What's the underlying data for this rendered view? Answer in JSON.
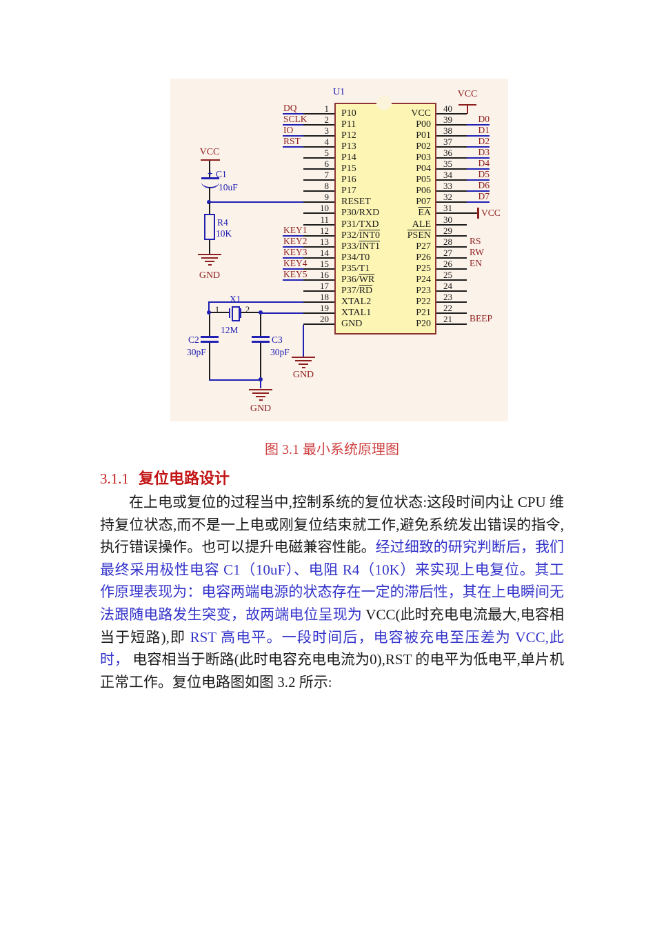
{
  "colors": {
    "schematic_blue": "#2020b4",
    "schematic_dark_red": "#8e1f1f",
    "chip_fill": "#fcf5b4",
    "chip_border": "#8c3434",
    "panel_bg": "#fbf2e9",
    "body_blue": "#3434cb",
    "heading_red": "#c21414",
    "caption_red": "#cf4141"
  },
  "figure": {
    "designator": "U1",
    "labels": {
      "vcc": "VCC",
      "gnd": "GND"
    },
    "chip": {
      "left_pins": [
        {
          "num": "1",
          "pre": "P10",
          "net": "DQ",
          "blueFrom": 163
        },
        {
          "num": "2",
          "pre": "P11",
          "net": "SCLK",
          "blueFrom": 163
        },
        {
          "num": "3",
          "pre": "P12",
          "net": "IO",
          "blueFrom": 163
        },
        {
          "num": "4",
          "pre": "P13",
          "net": "RST",
          "blueFrom": 163
        },
        {
          "num": "5",
          "pre": "P14"
        },
        {
          "num": "6",
          "pre": "P15"
        },
        {
          "num": "7",
          "pre": "P16"
        },
        {
          "num": "8",
          "pre": "P17"
        },
        {
          "num": "9",
          "pre": "RESET",
          "blueFrom": 57
        },
        {
          "num": "10",
          "pre": "P30/RXD"
        },
        {
          "num": "11",
          "pre": "P31/TXD"
        },
        {
          "num": "12",
          "pre": "P32/",
          "ov": "INT0",
          "net": "KEY1",
          "blueFrom": 163
        },
        {
          "num": "13",
          "pre": "P33/",
          "ov": "INT1",
          "net": "KEY2",
          "blueFrom": 163
        },
        {
          "num": "14",
          "pre": "P34/T0",
          "net": "KEY3",
          "blueFrom": 163
        },
        {
          "num": "15",
          "pre": "P35/T1",
          "net": "KEY4",
          "blueFrom": 163
        },
        {
          "num": "16",
          "pre": "P36/",
          "ov": "WR",
          "net": "KEY5",
          "blueFrom": 163
        },
        {
          "num": "17",
          "pre": "P37/",
          "ov": "RD"
        },
        {
          "num": "18",
          "pre": "XTAL2",
          "blueFrom": 56
        },
        {
          "num": "19",
          "pre": "XTAL1",
          "blueFrom": 131
        },
        {
          "num": "20",
          "pre": "GND"
        }
      ],
      "right_pins": [
        {
          "num": "40",
          "pre": "VCC"
        },
        {
          "num": "39",
          "pre": "P00",
          "net": "D0",
          "bus": true
        },
        {
          "num": "38",
          "pre": "P01",
          "net": "D1",
          "bus": true
        },
        {
          "num": "37",
          "pre": "P02",
          "net": "D2",
          "bus": true
        },
        {
          "num": "36",
          "pre": "P03",
          "net": "D3",
          "bus": true
        },
        {
          "num": "35",
          "pre": "P04",
          "net": "D4",
          "bus": true
        },
        {
          "num": "34",
          "pre": "P05",
          "net": "D5",
          "bus": true
        },
        {
          "num": "33",
          "pre": "P06",
          "net": "D6",
          "bus": true
        },
        {
          "num": "32",
          "pre": "P07",
          "net": "D7",
          "bus": true
        },
        {
          "num": "31",
          "ov": "EA",
          "vccStub": true
        },
        {
          "num": "30",
          "pre": "ALE"
        },
        {
          "num": "29",
          "ov": "PSEN"
        },
        {
          "num": "28",
          "pre": "P27",
          "net": "RS"
        },
        {
          "num": "27",
          "pre": "P26",
          "net": "RW"
        },
        {
          "num": "26",
          "pre": "P25",
          "net": "EN"
        },
        {
          "num": "25",
          "pre": "P24"
        },
        {
          "num": "24",
          "pre": "P23"
        },
        {
          "num": "23",
          "pre": "P22"
        },
        {
          "num": "22",
          "pre": "P21"
        },
        {
          "num": "21",
          "pre": "P20",
          "net": "BEEP"
        }
      ]
    },
    "components": {
      "c1": {
        "ref": "C1",
        "value": "10uF",
        "polarity": "+"
      },
      "r4": {
        "ref": "R4",
        "value": "10K"
      },
      "x1": {
        "ref": "X1",
        "value": "12M",
        "pin1": "1",
        "pin2": "2"
      },
      "c2": {
        "ref": "C2",
        "value": "30pF"
      },
      "c3": {
        "ref": "C3",
        "value": "30pF"
      }
    }
  },
  "caption": "图 3.1 最小系统原理图",
  "section": {
    "number": "3.1.1",
    "title": "复位电路设计"
  },
  "paragraph": {
    "segments": [
      {
        "color": "black",
        "text": "在上电或复位的过程当中,控制系统的复位状态:这段时间内让 CPU 维持复位状态,而不是一上电或刚复位结束就工作,避免系统发出错误的指令,执行错误操作。也可以提升电磁兼容性能。"
      },
      {
        "color": "blue",
        "text": "经过细致的研究判断后，我们最终采用极性电容 C1（10uF）、电阻 R4（10K）来实现上电复位。其工作原理表现为：电容两端电源的状态存在一定的滞后性，其在上电瞬间无法跟随电路发生突变，故两端电位呈现为 "
      },
      {
        "color": "black",
        "text": "VCC(此时充电电流最大,电容相当于短路),即 "
      },
      {
        "color": "blue",
        "text": "RST 高电平。一段时间后，电容被充电至压差为 VCC,此时，"
      },
      {
        "color": "black",
        "text": " 电容相当于断路(此时电容充电电流为0),RST 的电平为低电平,单片机正常工作。复位电路图如图 3.2 所示:"
      }
    ]
  }
}
